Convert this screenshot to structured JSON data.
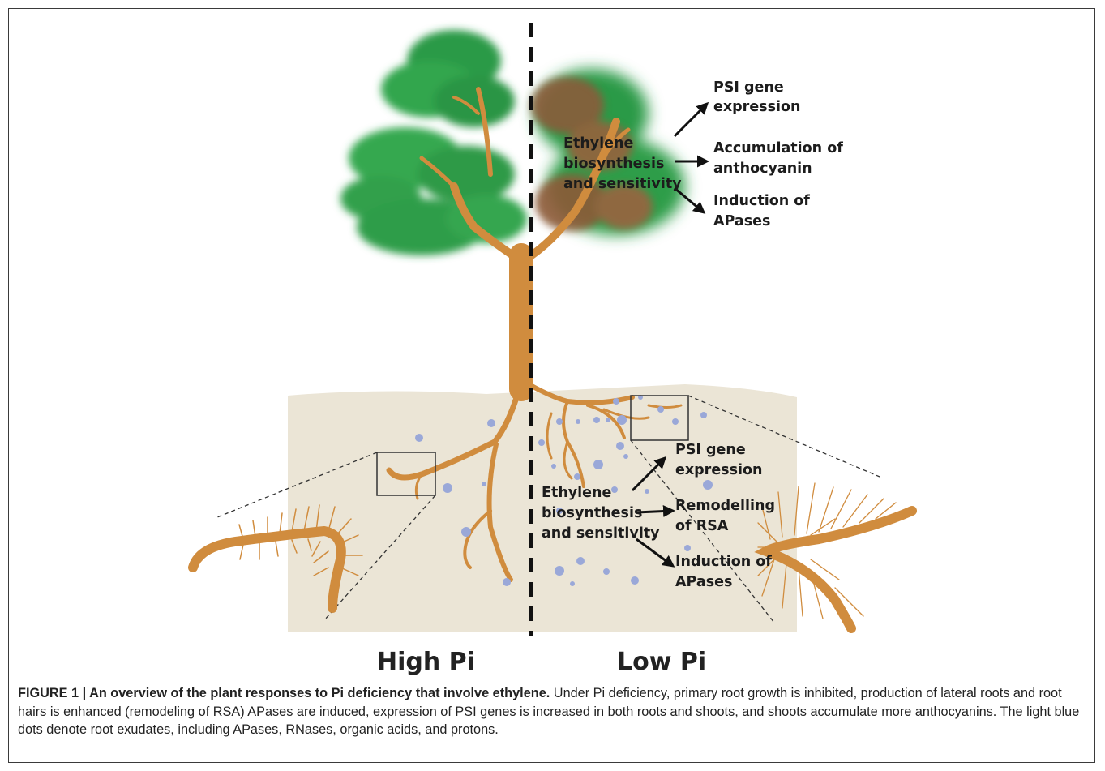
{
  "conditions": {
    "left": "High Pi",
    "right": "Low Pi"
  },
  "shoot": {
    "hormone": [
      "Ethylene",
      "biosynthesis",
      "and sensitivity"
    ],
    "responses": [
      [
        "PSI gene",
        "expression"
      ],
      [
        "Accumulation of",
        "anthocyanin"
      ],
      [
        "Induction of",
        "APases"
      ]
    ]
  },
  "root": {
    "hormone": [
      "Ethylene",
      "biosynthesis",
      "and sensitivity"
    ],
    "responses": [
      [
        "PSI gene",
        "expression"
      ],
      [
        "Remodelling",
        "of RSA"
      ],
      [
        "Induction of",
        "APases"
      ]
    ]
  },
  "caption": {
    "heading": "FIGURE 1 | An overview of the plant responses to Pi deficiency that involve ethylene.",
    "body": " Under Pi deficiency, primary root growth is inhibited, production of lateral roots and root hairs is enhanced (remodeling of RSA) APases are induced, expression of PSI genes is increased in both roots and shoots, and shoots accumulate more anthocyanins. The light blue dots denote root exudates, including APases, RNases, organic acids, and protons."
  },
  "colors": {
    "leaf": "#2e9a45",
    "stressed_leaf": "#8a5a3a",
    "stem": "#d08c3e",
    "soil": "#ece6d8",
    "exudate": "#9aa8d8"
  }
}
